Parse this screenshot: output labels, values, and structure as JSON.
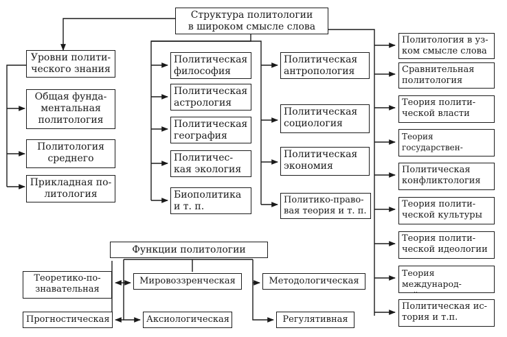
{
  "diagram": {
    "title": "Структура политологии\nв широком смысле слова",
    "left_column": [
      "Уровни полити-\nческого знания",
      "Общая фунда-\nментальная\nполитология",
      "Политология\nсреднего уровня",
      "Прикладная по-\nлитология"
    ],
    "middle_column_1": [
      "Политическая\nфилософия",
      "Политическая\nастрология",
      "Политическая\nгеография",
      "Политичес-\nкая экология",
      "Биополитика\nи т. п."
    ],
    "middle_column_2": [
      "Политическая\nантропология",
      "Политическая\nсоциология",
      "Политическая\nэкономия",
      "Политико-право-\nвая теория и т. п."
    ],
    "right_column": [
      "Политология в уз-\nком смысле слова",
      "Сравнительная\nполитология",
      "Теория полити-\nческой власти",
      "Теория государствен-\nного управления",
      "Политическая\nконфликтология",
      "Теория полити-\nческой культуры",
      "Теория полити-\nческой идеологии",
      "Теория международ-\nной политики",
      "Политическая ис-\nтория и т.п."
    ],
    "functions": {
      "title": "Функции политологии",
      "theoretical": "Теоретико-по-\nзнавательная",
      "worldview": "Мировоззренческая",
      "methodological": "Методологическая",
      "prognostic": "Прогностическая",
      "axiological": "Аксиологическая",
      "regulatory": "Регулятивная"
    }
  }
}
